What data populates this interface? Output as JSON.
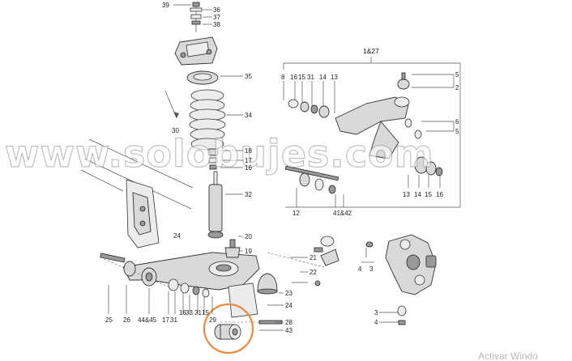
{
  "diagram": {
    "assembly_label": "1&27",
    "top_row_labels": [
      "8",
      "16",
      "15",
      "31",
      "14",
      "13"
    ],
    "left_labels": [
      "39",
      "36",
      "37",
      "38",
      "35",
      "34",
      "30",
      "18",
      "17",
      "16",
      "32",
      "24",
      "20",
      "19",
      "21",
      "22",
      "23",
      "24",
      "28",
      "43"
    ],
    "right_labels": [
      "5",
      "2",
      "6",
      "5",
      "13",
      "14",
      "15",
      "16",
      "12",
      "41&42",
      "4",
      "3",
      "3",
      "4"
    ],
    "bottom_row_labels": [
      "25",
      "26",
      "44&45",
      "17",
      "31",
      "16",
      "33",
      "31",
      "15",
      "29"
    ],
    "highlighted_part": "43"
  },
  "watermark": {
    "text": "www.solobujes.com"
  },
  "os_overlay": {
    "text": "Activar Windo"
  },
  "colors": {
    "highlight_circle": "#f08a3c",
    "watermark_stroke": "#8d8d8d"
  }
}
